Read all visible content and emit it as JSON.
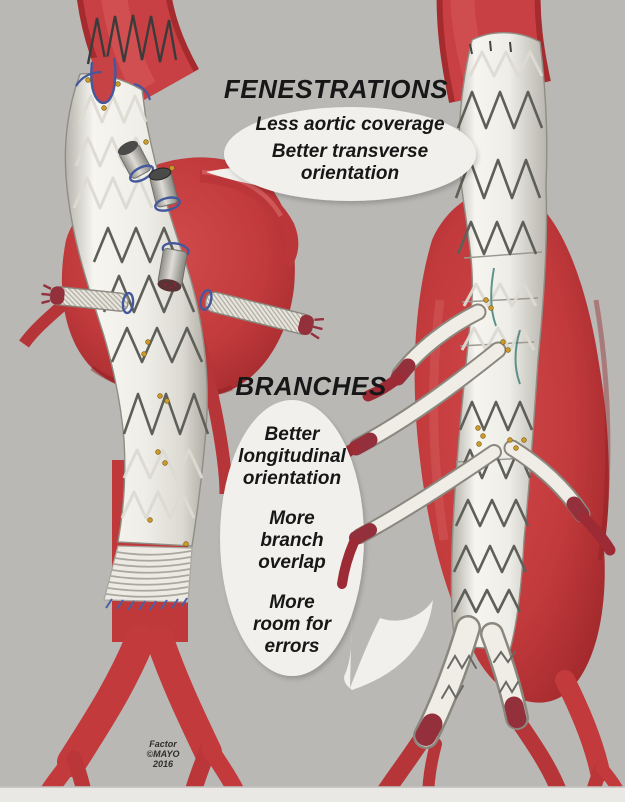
{
  "figure": {
    "kind": "medical-illustration",
    "left_illustration": "fenestrated-stent-graft",
    "right_illustration": "branched-stent-graft"
  },
  "sections": {
    "fenestrations": {
      "heading": "FENESTRATIONS",
      "bubble": {
        "groups": [
          {
            "lines": [
              "Less aortic coverage"
            ]
          },
          {
            "lines": [
              "Better transverse",
              "orientation"
            ]
          }
        ]
      }
    },
    "branches": {
      "heading": "BRANCHES",
      "bubble": {
        "groups": [
          {
            "lines": [
              "Better",
              "longitudinal",
              "orientation"
            ]
          },
          {
            "lines": [
              "More",
              "branch",
              "overlap"
            ]
          },
          {
            "lines": [
              "More",
              "room for",
              "errors"
            ]
          }
        ]
      }
    }
  },
  "credit": {
    "lines": [
      "Factor",
      "©MAYO",
      "2016"
    ]
  },
  "colors": {
    "background": "#d8d7d3",
    "aorta_red": "#c23a3c",
    "aorta_dark_red": "#9c2426",
    "graft_white": "#f2f1ea",
    "stent_wire_dark": "#5f5f5a",
    "stent_wire_light": "#dcdad2",
    "suture_blue": "#44589e",
    "marker_gold": "#c9992b",
    "braid_tip_red": "#93303c",
    "bubble_fill": "#f1f0ec",
    "text": "#171717"
  }
}
